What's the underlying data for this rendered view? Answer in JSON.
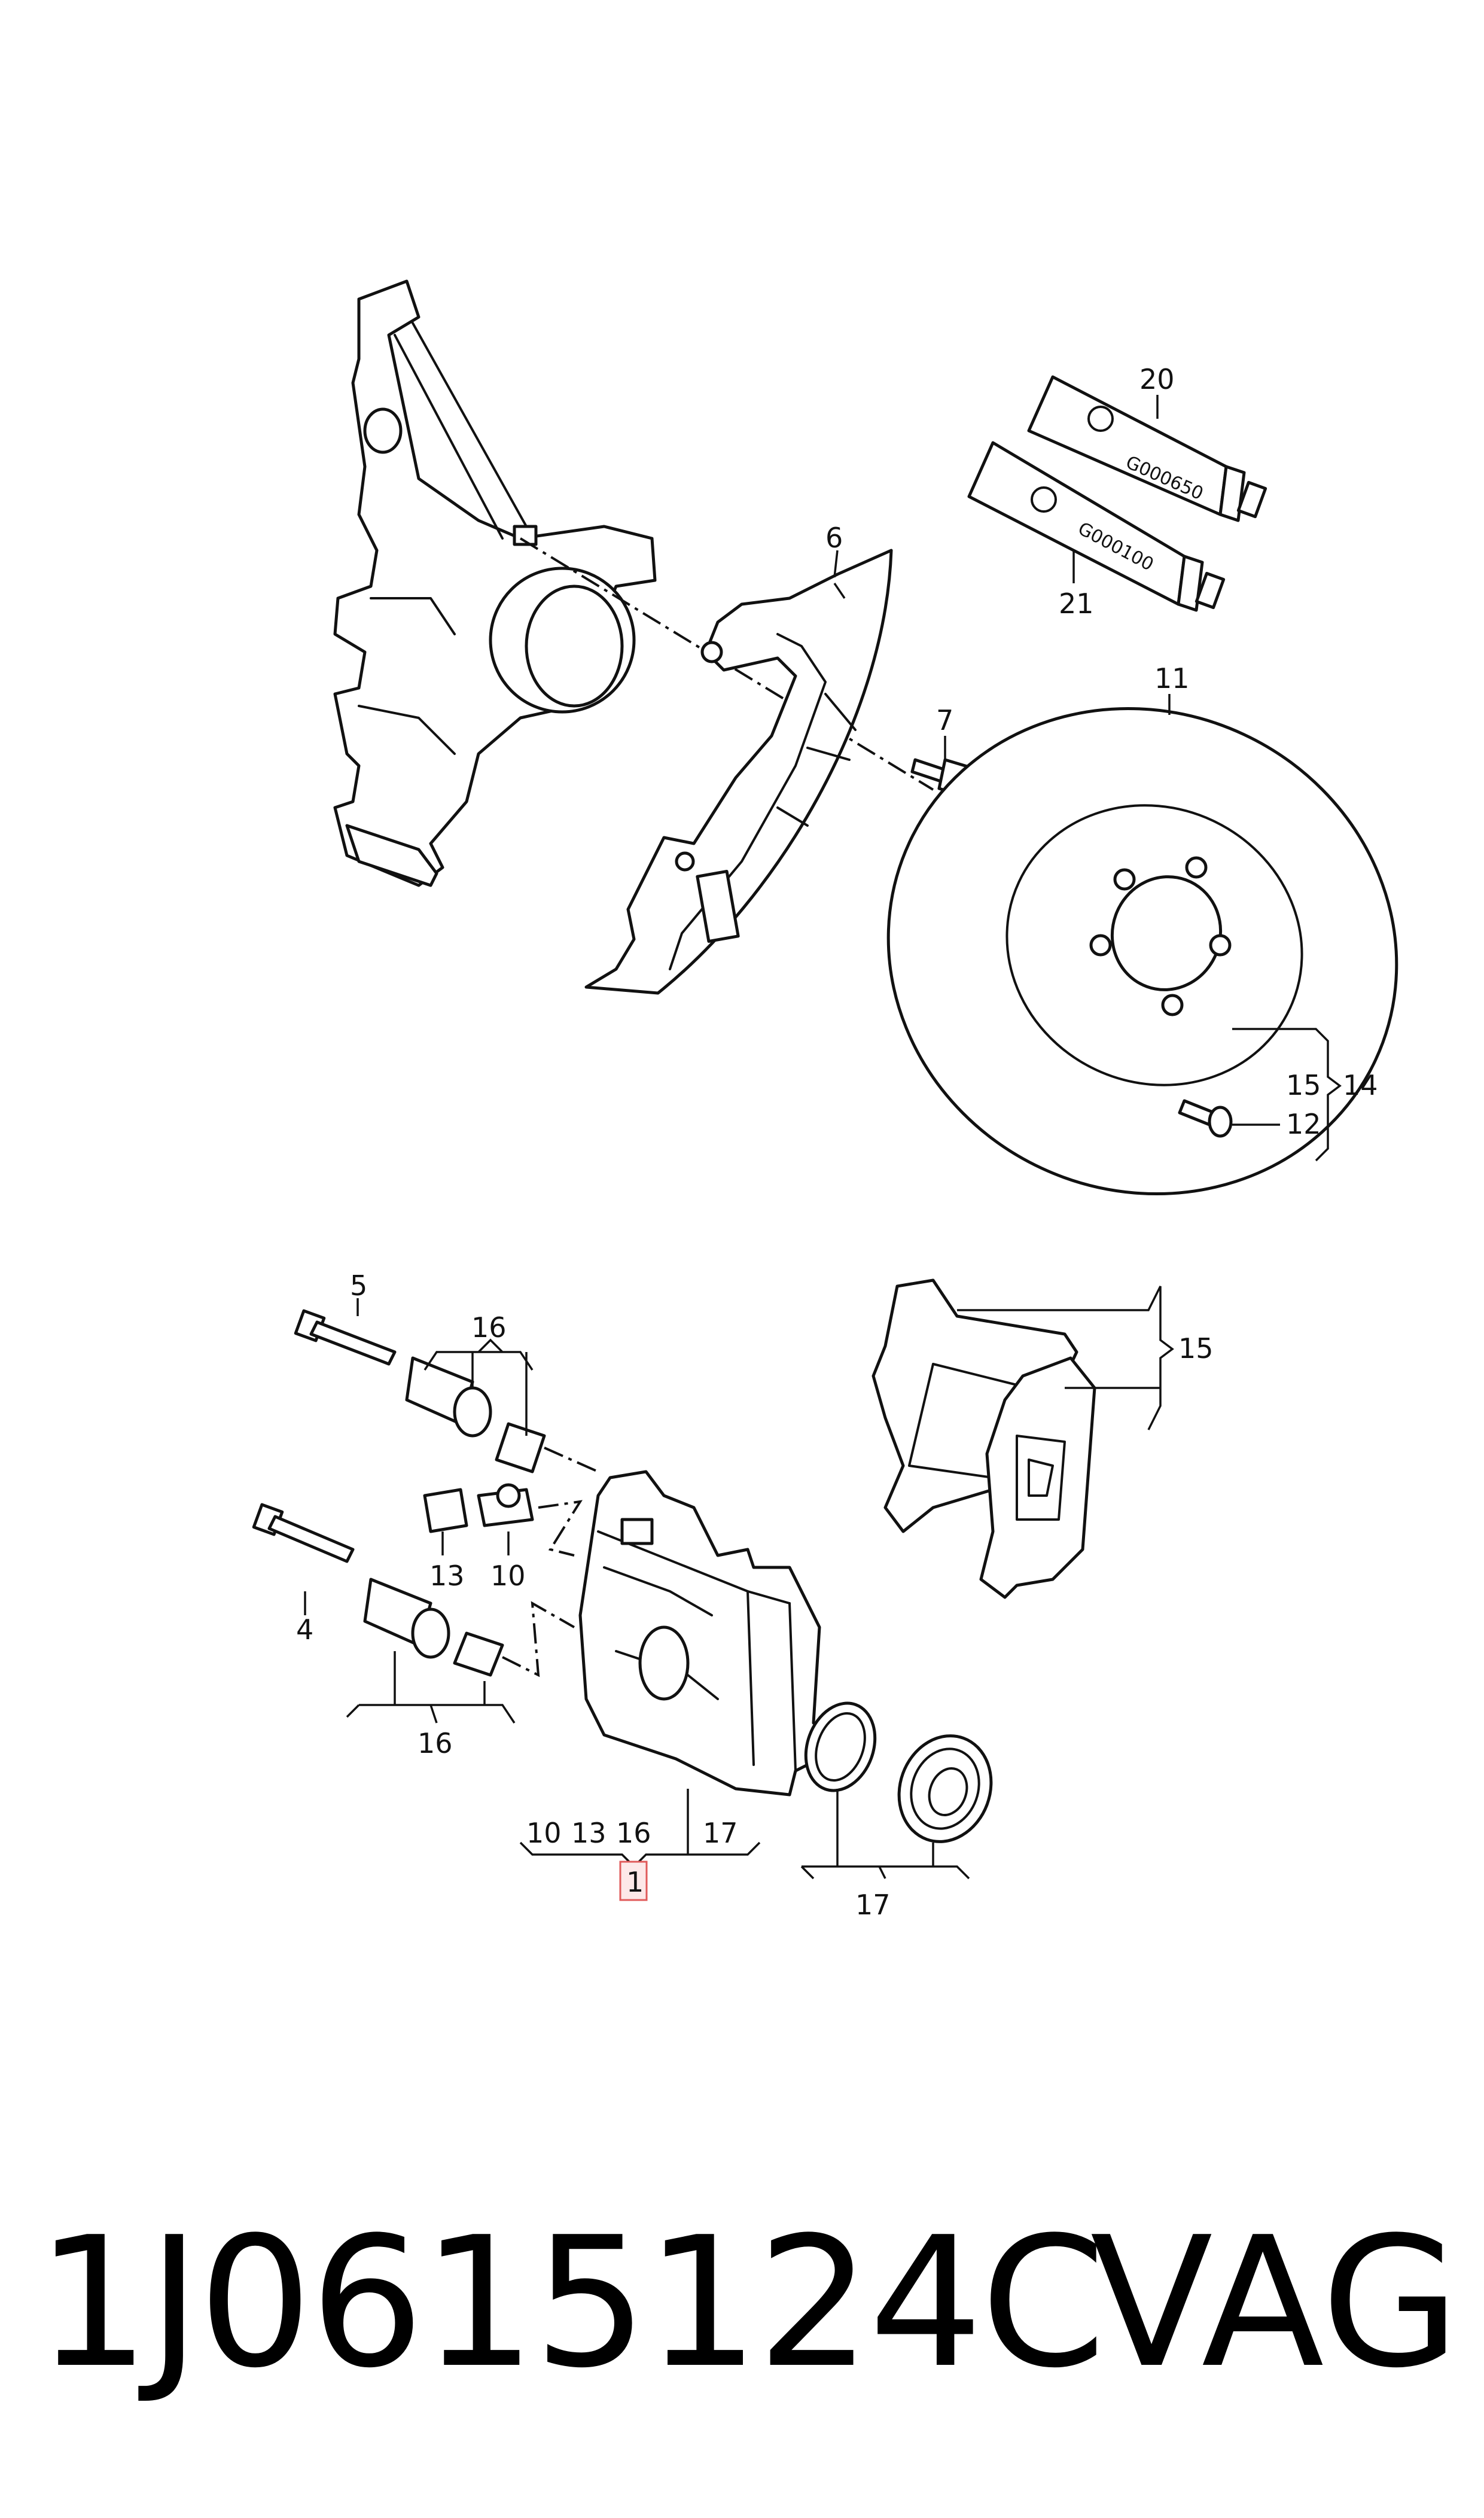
{
  "callouts": {
    "c1": "1",
    "c4": "4",
    "c5": "5",
    "c6": "6",
    "c7": "7",
    "c10": "10",
    "c11": "11",
    "c12": "12",
    "c13": "13",
    "c14": "14",
    "c15a": "15",
    "c15b": "15",
    "c16a": "16",
    "c16b": "16",
    "c17a": "17",
    "c17b": "17",
    "c20": "20",
    "c21": "21",
    "group_1_labels": [
      "10",
      "13",
      "16",
      "17"
    ]
  },
  "tubes": {
    "tube20_code": "G000650",
    "tube21_code": "G000100"
  },
  "footer": {
    "part_number": "1J0615124C",
    "brand": "VAG"
  },
  "colors": {
    "line": "#111111",
    "highlight_fill": "#fde8e8",
    "highlight_stroke": "#e05a5a"
  }
}
